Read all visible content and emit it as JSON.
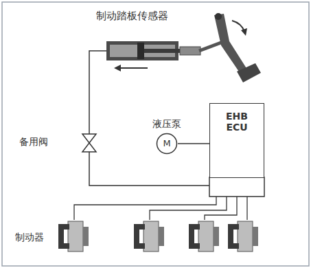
{
  "diagram": {
    "nodes": [
      {
        "text": [
          "EHB ECU"
        ]
      },
      {
        "text": [
          "液压泵",
          "M"
        ]
      }
    ],
    "edges": [
      {
        "from": 1,
        "to": 0,
        "arrow": "none"
      }
    ],
    "labels": [
      "制动踏板传感器",
      "备用阀",
      "制动器"
    ]
  }
}
